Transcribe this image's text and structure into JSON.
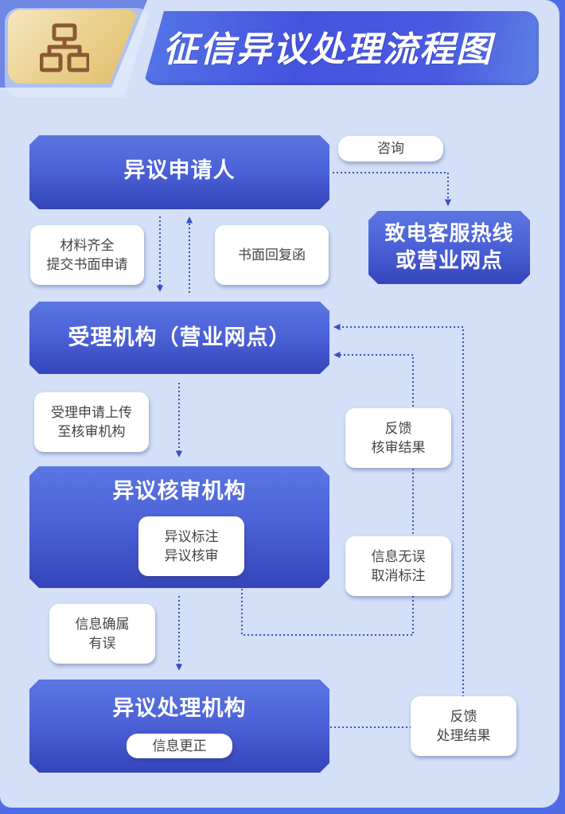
{
  "header": {
    "title": "征信异议处理流程图",
    "icon": "org-chart-icon"
  },
  "colors": {
    "frame": "#4f6ce6",
    "panel": "#d3e0f8",
    "node_top": "#5b76e2",
    "node_bottom": "#3445ba",
    "icon_gold": "#e9cf88",
    "icon_stroke": "#8a5a32",
    "connector": "#3a4fc4"
  },
  "nodes": {
    "applicant": "异议申请人",
    "hotline": [
      "致电客服热线",
      "或营业网点"
    ],
    "acceptance": "受理机构（营业网点）",
    "review": "异议核审机构",
    "processing": "异议处理机构"
  },
  "chips": {
    "consult": [
      "咨询"
    ],
    "submit": [
      "材料齐全",
      "提交书面申请"
    ],
    "reply": [
      "书面回复函"
    ],
    "upload": [
      "受理申请上传",
      "至核审机构"
    ],
    "review_tasks": [
      "异议标注",
      "异议核审"
    ],
    "feedback_review": [
      "反馈",
      "核审结果"
    ],
    "no_error": [
      "信息无误",
      "取消标注"
    ],
    "confirmed_error": [
      "信息确属",
      "有误"
    ],
    "correction": [
      "信息更正"
    ],
    "feedback_processing": [
      "反馈",
      "处理结果"
    ]
  }
}
